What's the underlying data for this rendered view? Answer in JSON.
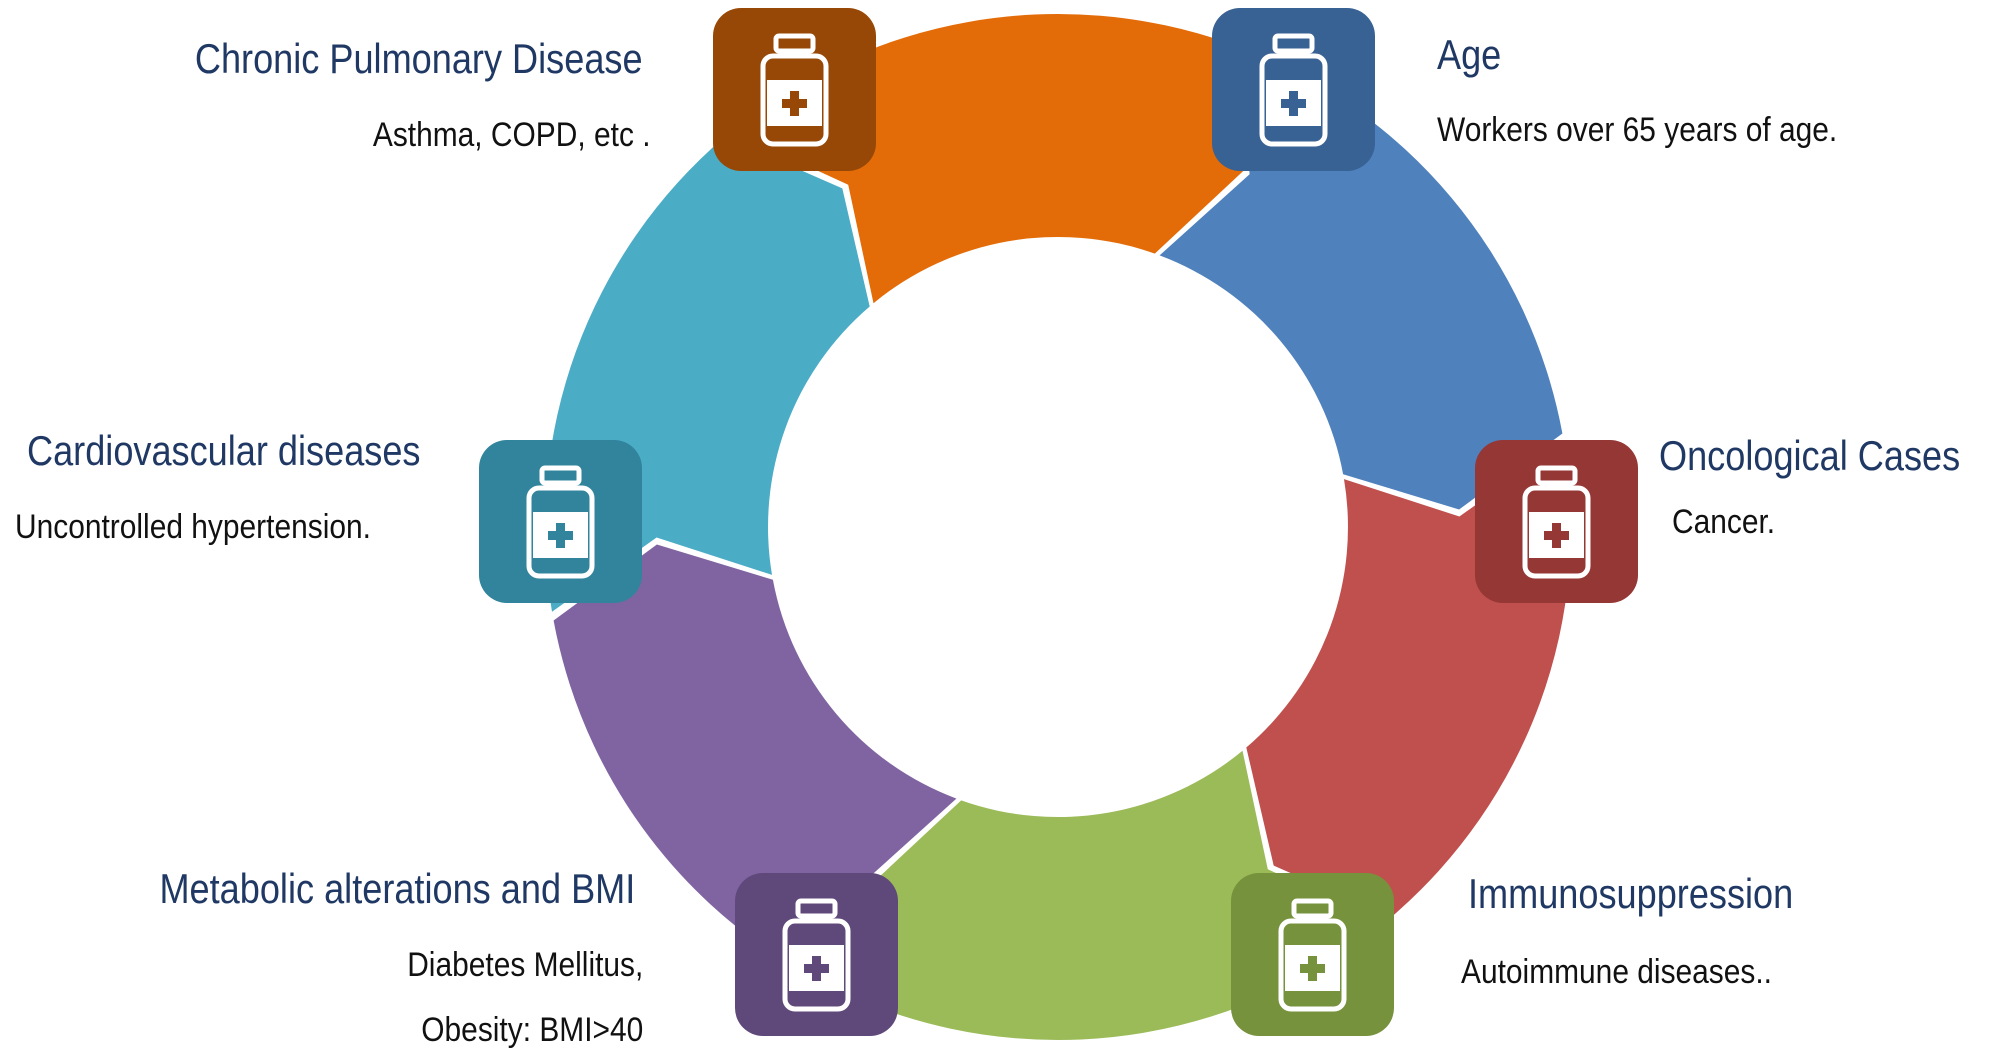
{
  "colors": {
    "title_text": "#1f3864",
    "bottle": "#ffffff"
  },
  "icon_name": "medicine-bottle-icon",
  "factors": [
    {
      "key": "age",
      "title": "Age",
      "description": "Workers over 65 years of age.",
      "segment_color": "#4f81bd",
      "box_color": "#386194",
      "cross_color": "#386194"
    },
    {
      "key": "oncological",
      "title": "Oncological Cases",
      "description": "Cancer.",
      "segment_color": "#c0504d",
      "box_color": "#953735",
      "cross_color": "#953735"
    },
    {
      "key": "immunosuppression",
      "title": "Immunosuppression",
      "description": "Autoimmune diseases..",
      "segment_color": "#9bbb59",
      "box_color": "#76923c",
      "cross_color": "#76923c"
    },
    {
      "key": "metabolic",
      "title": "Metabolic alterations and BMI",
      "description_lines": [
        "Diabetes Mellitus,",
        "Obesity: BMI>40"
      ],
      "segment_color": "#8064a2",
      "box_color": "#5f497a",
      "cross_color": "#5f497a"
    },
    {
      "key": "cardiovascular",
      "title": "Cardiovascular diseases",
      "description": "Uncontrolled hypertension.",
      "segment_color": "#4bacc6",
      "box_color": "#31849b",
      "cross_color": "#31849b"
    },
    {
      "key": "pulmonary",
      "title": "Chronic Pulmonary Disease",
      "description": "Asthma, COPD, etc .",
      "segment_color": "#e36c09",
      "box_color": "#974806",
      "cross_color": "#974806"
    }
  ]
}
